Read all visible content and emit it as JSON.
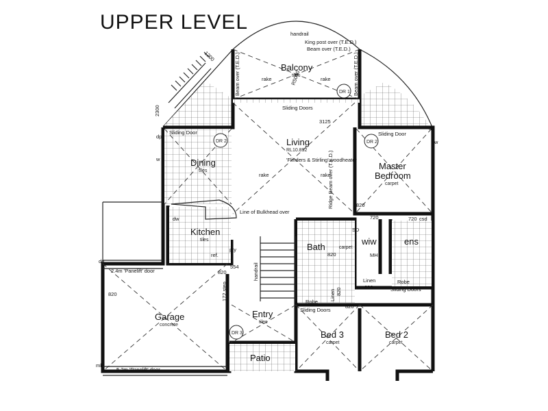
{
  "title": "UPPER LEVEL",
  "rooms": {
    "balcony": {
      "name": "Balcony",
      "finish": "tiles"
    },
    "living": {
      "name": "Living",
      "finish": "RL10.892"
    },
    "dining": {
      "name": "Dining",
      "finish": "tiles"
    },
    "kitchen": {
      "name": "Kitchen",
      "finish": "tiles"
    },
    "master": {
      "name": "Master",
      "name2": "Bedroom",
      "finish": "carpet"
    },
    "bath": {
      "name": "Bath",
      "finish": "carpet"
    },
    "wiw": {
      "name": "wiw"
    },
    "ens": {
      "name": "ens"
    },
    "garage": {
      "name": "Garage",
      "finish": "concrete"
    },
    "entry": {
      "name": "Entry",
      "finish": "tiles"
    },
    "bed3": {
      "name": "Bed 3",
      "finish": "carpet"
    },
    "bed2": {
      "name": "Bed 2",
      "finish": "carpet"
    },
    "patio": {
      "name": "Patio"
    }
  },
  "notes": {
    "handrail_top": "handrail",
    "king_post": "King post over (T.E.D.)",
    "beam_over": "Beam over (T.E.D.)",
    "beam_over_left": "Beam over (T.E.D.)",
    "beam_over_right": "Beam over (T.E.D.)",
    "rake_left": "rake",
    "rake_right": "rake",
    "sliding_doors_balcony": "Sliding Doors",
    "radius": "R5000",
    "dim_3125": "3125",
    "dim_1200": "1200",
    "dim_2300": "2300",
    "sliding_door_dining": "Sliding Door",
    "sliding_door_master": "Sliding Door",
    "woodheater": "'Flinders & Stirling' woodheater",
    "living_rake_left": "rake",
    "living_rake_right": "rake",
    "ridge_beam": "Ridge Beam over (T.E.D.)",
    "bulkhead": "Line of Bulkhead over",
    "pty": "pty",
    "ref": "ref.",
    "dw": "dw",
    "d554": "554",
    "d820_kitchen": "820",
    "d820_master": "820",
    "d720_a": "720",
    "d720_b": "720",
    "csd": "csd",
    "sd": "SD",
    "mh": "MH",
    "d820_bath": "820",
    "linen": "Linen",
    "d820_linen": "820",
    "robe_right": "Robe",
    "robe_left": "Robe",
    "sliding_doors_b2": "Sliding Doors",
    "sliding_doors_b3": "Sliding Doors",
    "linen_v": "Linen",
    "d820_v": "820",
    "d820_bed": "820",
    "handrail_stair": "handrail",
    "panelift_top": "2.4m 'Panelift' door",
    "panelift_bottom": "5.2m 'Panelift' door",
    "d820_garage": "820",
    "step": "172 step",
    "dr1": "DR 1",
    "dr2a": "DR 2",
    "dr2b": "DR 2",
    "dr3": "DR 3",
    "dp": "dp",
    "mb": "mb",
    "w": "w"
  },
  "colors": {
    "ink": "#111111",
    "paper": "#ffffff"
  }
}
